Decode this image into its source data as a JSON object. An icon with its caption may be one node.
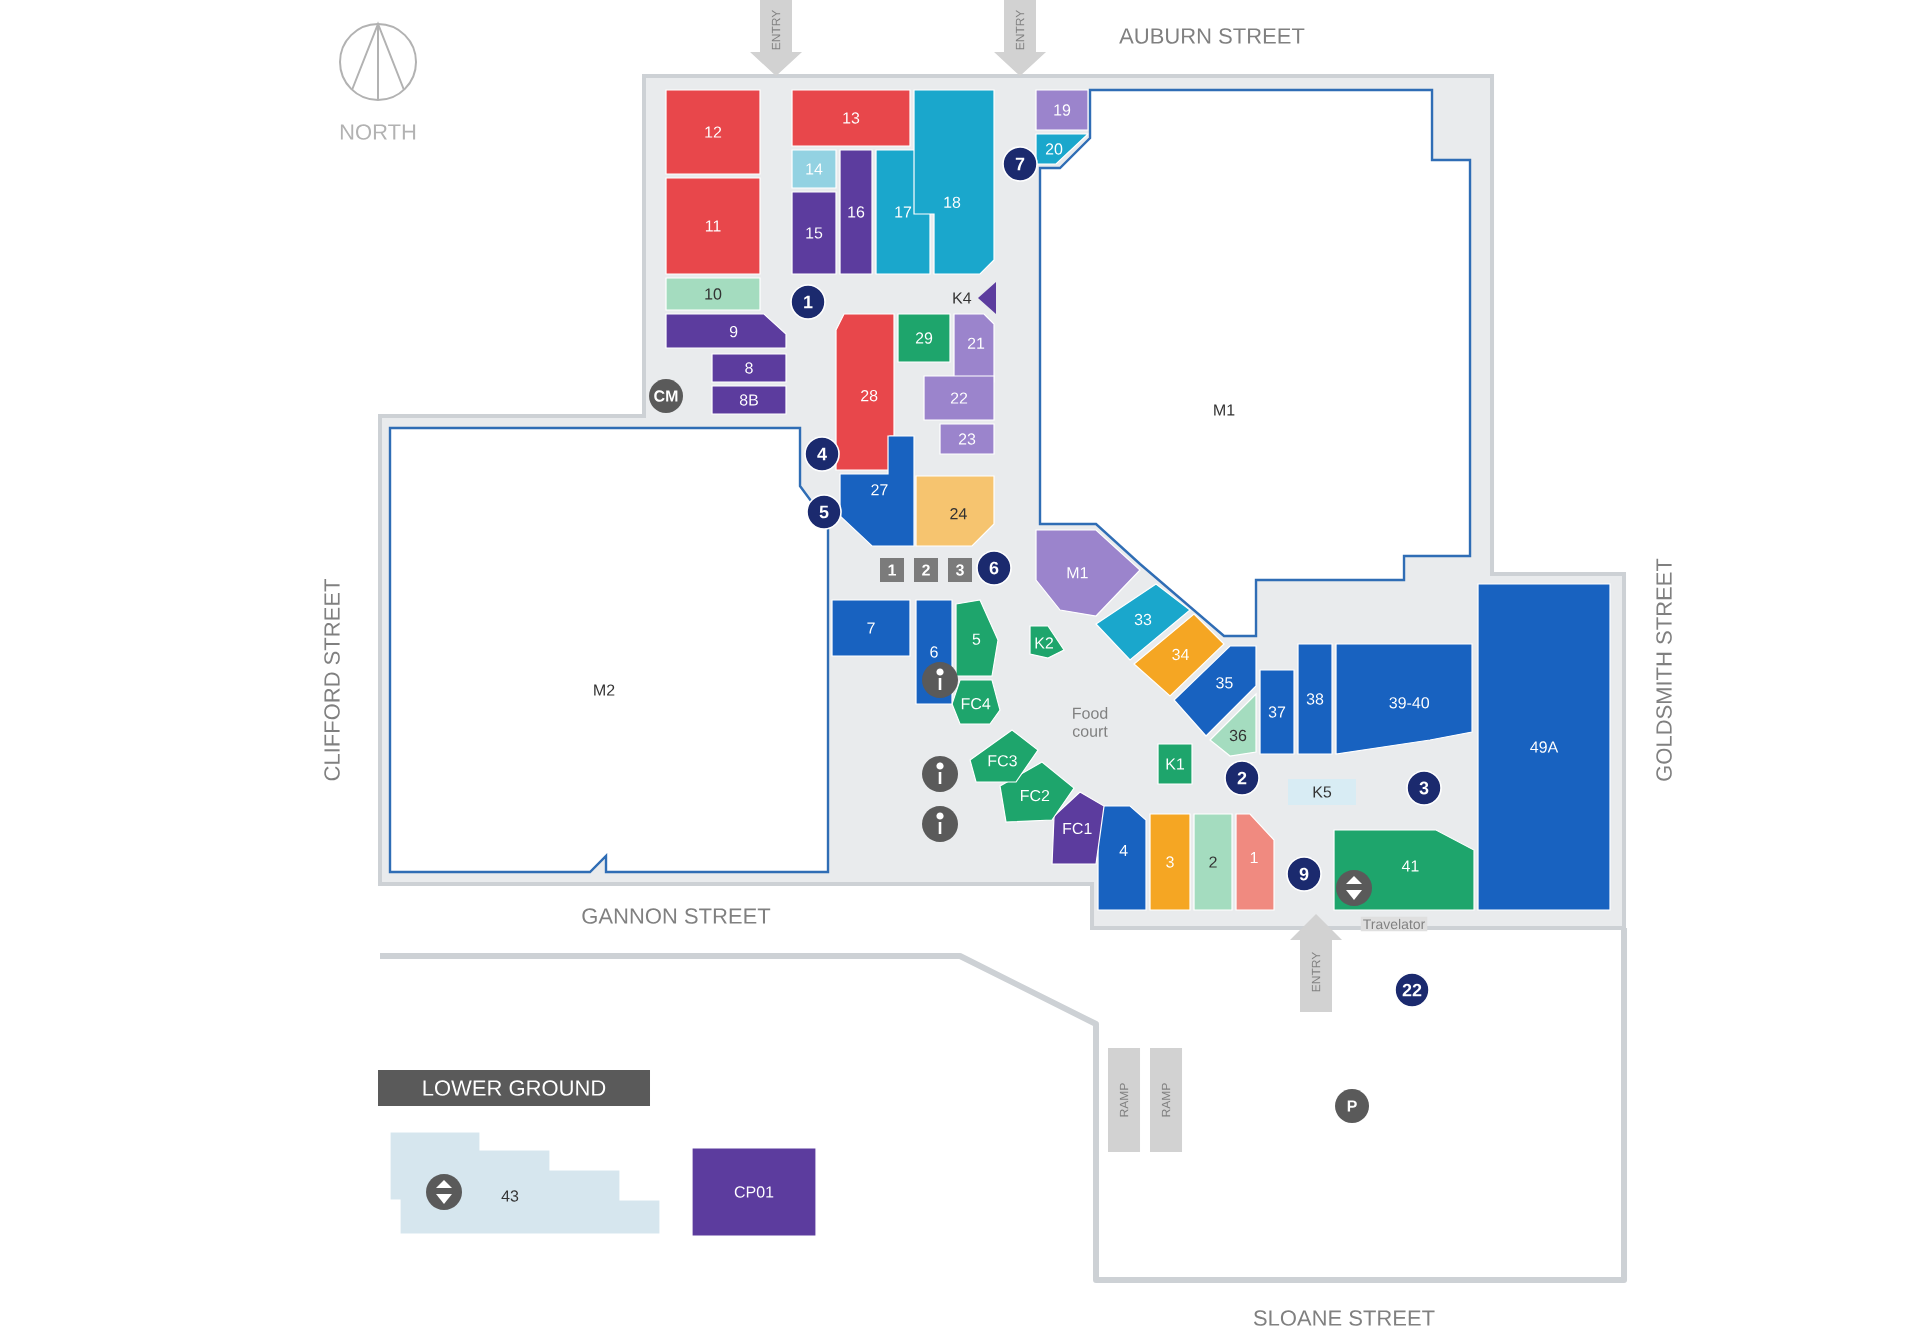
{
  "diagram": {
    "nodes": [
      {
        "text": [
          "12"
        ]
      },
      {
        "text": [
          "11"
        ]
      },
      {
        "text": [
          "10"
        ]
      },
      {
        "text": [
          "9"
        ]
      },
      {
        "text": [
          "8"
        ]
      },
      {
        "text": [
          "8B"
        ]
      },
      {
        "text": [
          "13"
        ]
      },
      {
        "text": [
          "14"
        ]
      },
      {
        "text": [
          "15"
        ]
      },
      {
        "text": [
          "16"
        ]
      },
      {
        "text": [
          "17"
        ]
      },
      {
        "text": [
          "18"
        ]
      },
      {
        "text": [
          "19"
        ]
      },
      {
        "text": [
          "20"
        ]
      },
      {
        "text": [
          "K4"
        ]
      },
      {
        "text": [
          "29"
        ]
      },
      {
        "text": [
          "21"
        ]
      },
      {
        "text": [
          "28"
        ]
      },
      {
        "text": [
          "22"
        ]
      },
      {
        "text": [
          "23"
        ]
      },
      {
        "text": [
          "27"
        ]
      },
      {
        "text": [
          "24"
        ]
      },
      {
        "text": [
          "M1"
        ]
      },
      {
        "text": [
          "33"
        ]
      },
      {
        "text": [
          "34"
        ]
      },
      {
        "text": [
          "35"
        ]
      },
      {
        "text": [
          "36"
        ]
      },
      {
        "text": [
          "37"
        ]
      },
      {
        "text": [
          "38"
        ]
      },
      {
        "text": [
          "39-40"
        ]
      },
      {
        "text": [
          "49A"
        ]
      },
      {
        "text": [
          "41"
        ]
      },
      {
        "text": [
          "1"
        ]
      },
      {
        "text": [
          "2"
        ]
      },
      {
        "text": [
          "3"
        ]
      },
      {
        "text": [
          "4"
        ]
      },
      {
        "text": [
          "FC1"
        ]
      },
      {
        "text": [
          "FC2"
        ]
      },
      {
        "text": [
          "FC3"
        ]
      },
      {
        "text": [
          "FC4"
        ]
      },
      {
        "text": [
          "5"
        ]
      },
      {
        "text": [
          "6"
        ]
      },
      {
        "text": [
          "7"
        ]
      },
      {
        "text": [
          "K2"
        ]
      },
      {
        "text": [
          "K1"
        ]
      },
      {
        "text": [
          "K5"
        ]
      },
      {
        "text": [
          "M2"
        ]
      },
      {
        "text": [
          "M1"
        ]
      },
      {
        "text": [
          "1"
        ]
      },
      {
        "text": [
          "4"
        ]
      },
      {
        "text": [
          "5"
        ]
      },
      {
        "text": [
          "6"
        ]
      },
      {
        "text": [
          "7"
        ]
      },
      {
        "text": [
          "2"
        ]
      },
      {
        "text": [
          "3"
        ]
      },
      {
        "text": [
          "9"
        ]
      },
      {
        "text": [
          "22"
        ]
      },
      {
        "text": [
          "CM"
        ]
      },
      {
        "text": [
          "P"
        ]
      },
      {
        "text": [
          "1"
        ]
      },
      {
        "text": [
          "2"
        ]
      },
      {
        "text": [
          "3"
        ]
      },
      {
        "text": [
          "LOWER GROUND"
        ]
      },
      {
        "text": [
          "43"
        ]
      },
      {
        "text": [
          "CP01"
        ]
      },
      {
        "text": [
          "ENTRY"
        ]
      },
      {
        "text": [
          "ENTRY"
        ]
      },
      {
        "text": [
          "ENTRY"
        ]
      }
    ],
    "labels": [
      "NORTH",
      "AUBURN STREET",
      "CLIFFORD STREET",
      "Food court",
      "GOLDSMITH STREET",
      "Travelator",
      "GANNON STREET",
      "RAMP",
      "RAMP",
      "SLOANE STREET"
    ]
  }
}
